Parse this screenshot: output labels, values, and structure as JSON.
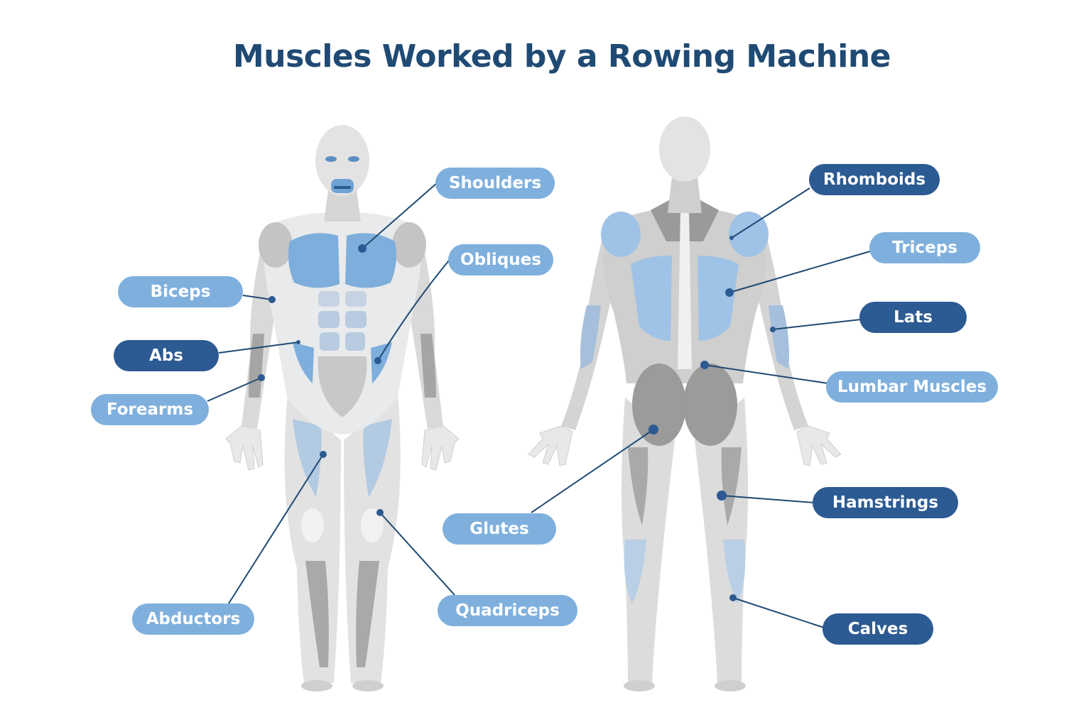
{
  "title": "Muscles Worked by a Rowing Machine",
  "colors": {
    "light_pill": "#7fb0dd",
    "dark_pill": "#2c5a92",
    "leader": "#1f4a73",
    "body_light": "#e6e6e6",
    "body_mid": "#c9c9c9",
    "body_dark": "#a3a3a3",
    "muscle_blue": "#7eaedb"
  },
  "labels": {
    "shoulders": "Shoulders",
    "obliques": "Obliques",
    "biceps": "Biceps",
    "abs": "Abs",
    "forearms": "Forearms",
    "abductors": "Abductors",
    "quadriceps": "Quadriceps",
    "rhomboids": "Rhomboids",
    "triceps": "Triceps",
    "lats": "Lats",
    "lumbar": "Lumbar Muscles",
    "glutes": "Glutes",
    "hamstrings": "Hamstrings",
    "calves": "Calves"
  }
}
